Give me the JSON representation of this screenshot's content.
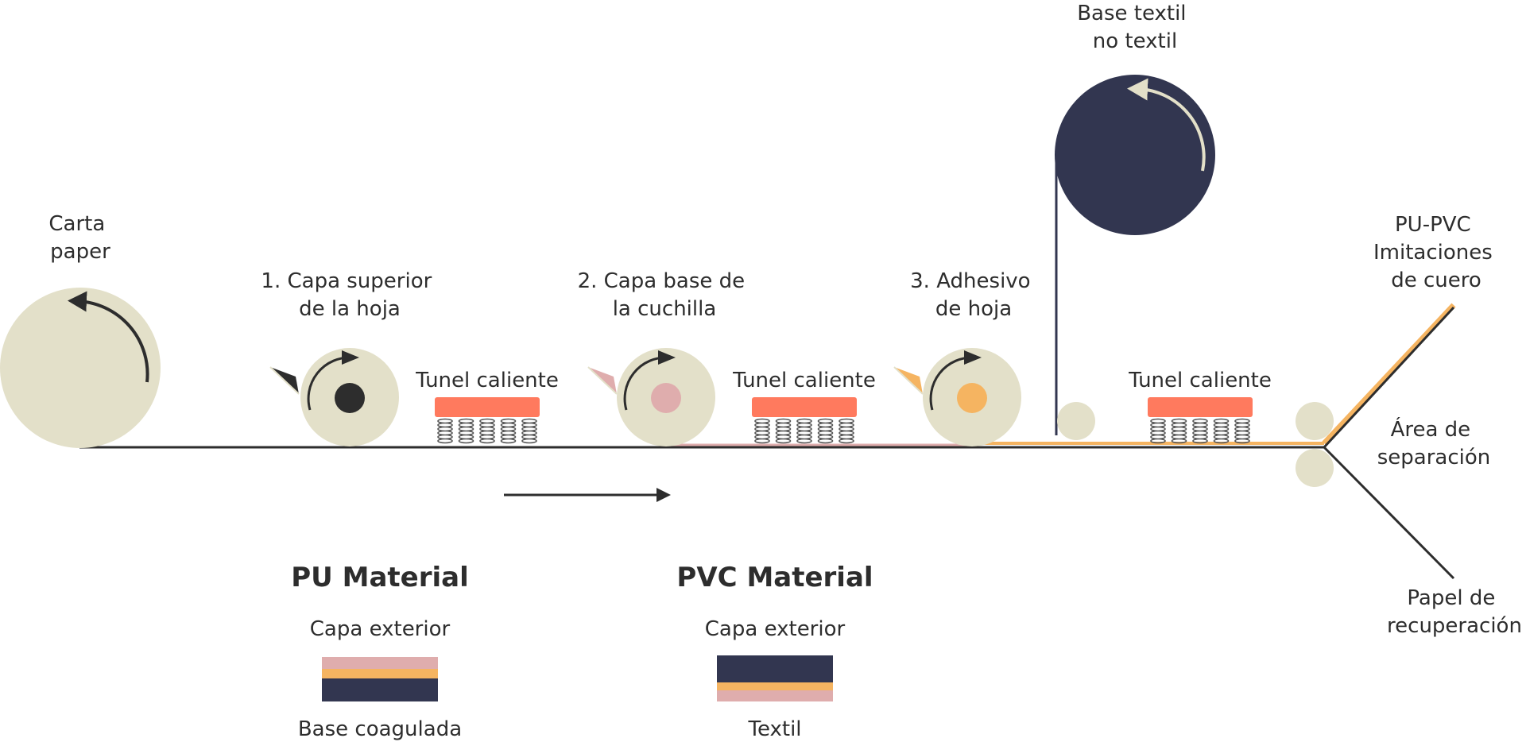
{
  "labels": {
    "paper": [
      "Carta",
      "paper"
    ],
    "step1": [
      "1. Capa superior",
      "de la hoja"
    ],
    "step2": [
      "2. Capa base de",
      "la cuchilla"
    ],
    "step3": [
      "3. Adhesivo",
      "de hoja"
    ],
    "base_textil": [
      "Base textil",
      "no textil"
    ],
    "output": [
      "PU-PVC",
      "Imitaciones",
      "de cuero"
    ],
    "separation": [
      "Área de",
      "separación"
    ],
    "recovery": [
      "Papel de",
      "recuperación"
    ],
    "tunnel": "Tunel caliente"
  },
  "materials": {
    "pu": {
      "title": "PU Material",
      "top_label": "Capa exterior",
      "bottom_label": "Base coagulada",
      "layers": [
        "#dfadad",
        "#f5b461",
        "#323650"
      ]
    },
    "pvc": {
      "title": "PVC Material",
      "top_label": "Capa exterior",
      "bottom_label": "Textil",
      "layers": [
        "#323650",
        "#f5b461",
        "#dfadad"
      ]
    }
  },
  "colors": {
    "roller": "#e3e0c9",
    "navy": "#323650",
    "tunnel": "#ff7a5e",
    "pink": "#dfadad",
    "orange": "#f5b461",
    "dark": "#2d2d2d"
  }
}
